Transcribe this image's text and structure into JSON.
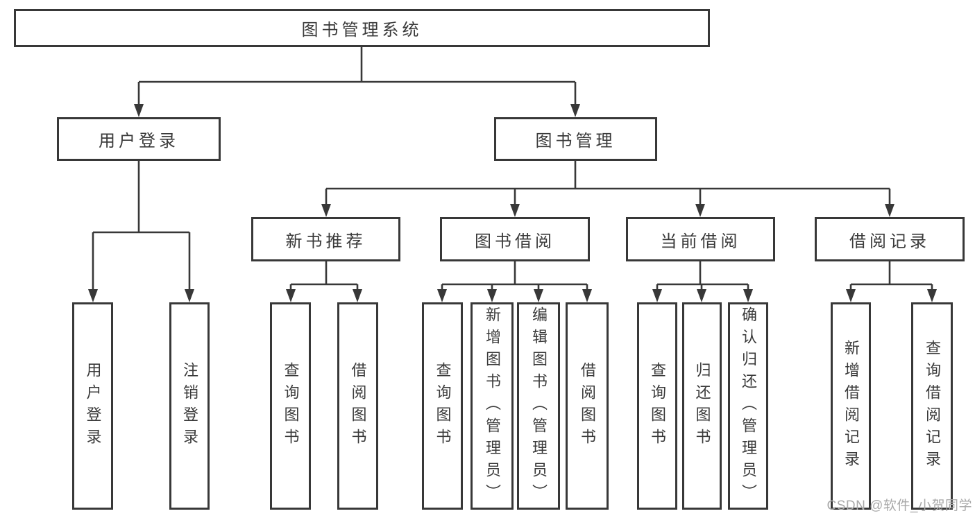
{
  "tree": {
    "root": {
      "label": "图书管理系统",
      "children": [
        {
          "label": "用户登录",
          "children": [
            {
              "label": "用户登录"
            },
            {
              "label": "注销登录"
            }
          ]
        },
        {
          "label": "图书管理",
          "children": [
            {
              "label": "新书推荐",
              "children": [
                {
                  "label": "查询图书"
                },
                {
                  "label": "借阅图书"
                }
              ]
            },
            {
              "label": "图书借阅",
              "children": [
                {
                  "label": "查询图书"
                },
                {
                  "label": "新增图书（管理员）"
                },
                {
                  "label": "编辑图书（管理员）"
                },
                {
                  "label": "借阅图书"
                }
              ]
            },
            {
              "label": "当前借阅",
              "children": [
                {
                  "label": "查询图书"
                },
                {
                  "label": "归还图书"
                },
                {
                  "label": "确认归还（管理员）"
                }
              ]
            },
            {
              "label": "借阅记录",
              "children": [
                {
                  "label": "新增借阅记录"
                },
                {
                  "label": "查询借阅记录"
                }
              ]
            }
          ]
        }
      ]
    }
  },
  "watermark": "CSDN @软件_小贺同学",
  "colors": {
    "line": "#383838",
    "text": "#3a3a3a",
    "box_background": "#ffffff",
    "page_background": "#ffffff",
    "watermark": "#a9a9a9"
  }
}
